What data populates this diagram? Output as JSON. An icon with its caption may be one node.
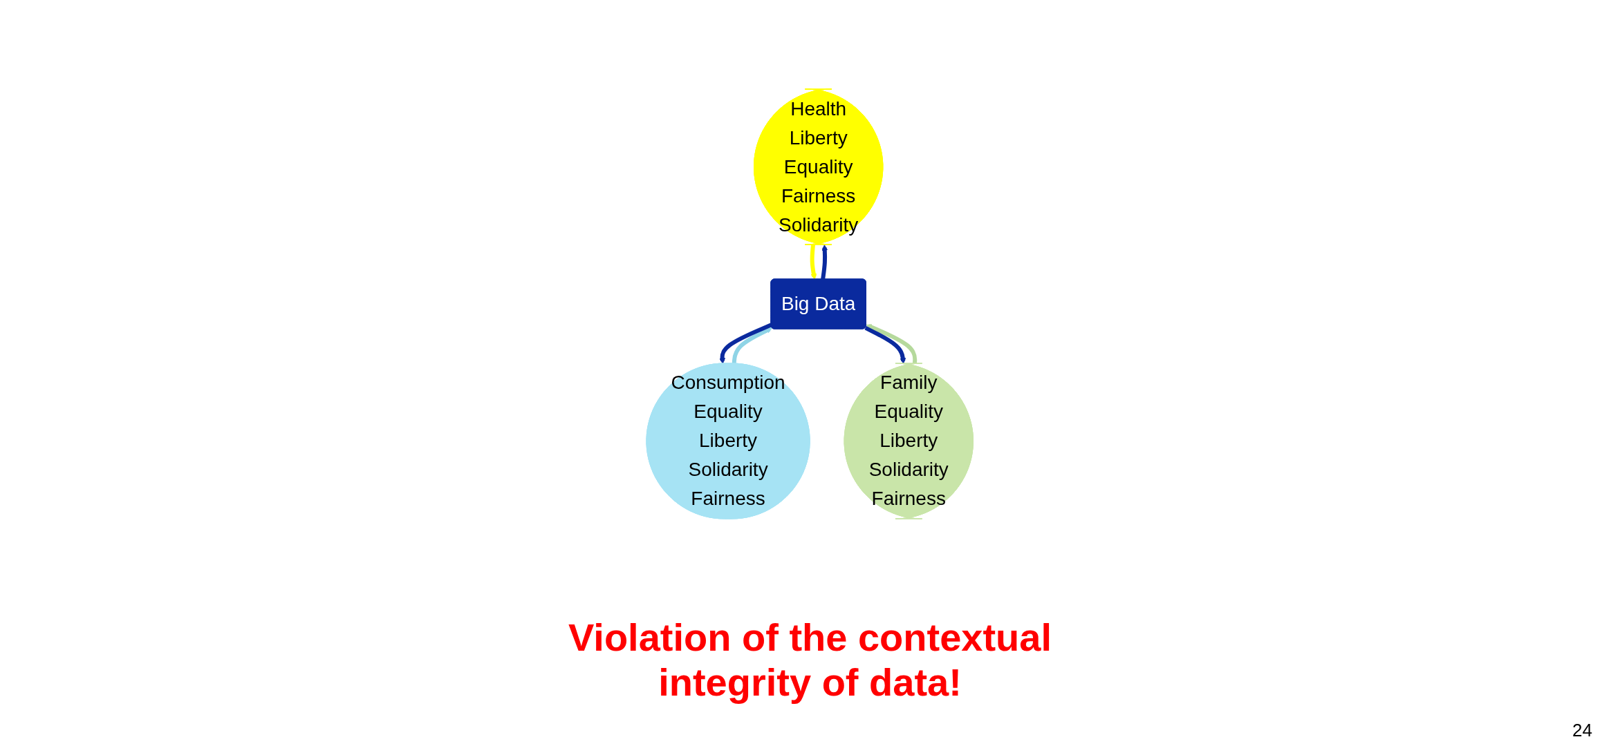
{
  "diagram": {
    "nodes": [
      {
        "text": [
          "Health",
          "Liberty",
          "Equality",
          "Fairness",
          "Solidarity"
        ]
      },
      {
        "text": [
          "Big Data"
        ]
      },
      {
        "text": [
          "Consumption",
          "Equality",
          "Liberty",
          "Solidarity",
          "Fairness"
        ]
      },
      {
        "text": [
          "Family",
          "Equality",
          "Liberty",
          "Solidarity",
          "Fairness"
        ]
      }
    ],
    "edges": [
      {
        "from": 0,
        "to": 1,
        "arrow": "to",
        "color": "#ffff00"
      },
      {
        "from": 1,
        "to": 0,
        "arrow": "to",
        "color": "#0a2a9e"
      },
      {
        "from": 2,
        "to": 1,
        "arrow": "to",
        "color": "#8fd4e6"
      },
      {
        "from": 1,
        "to": 2,
        "arrow": "to",
        "color": "#0a2a9e"
      },
      {
        "from": 3,
        "to": 1,
        "arrow": "to",
        "color": "#b5d99c"
      },
      {
        "from": 1,
        "to": 3,
        "arrow": "to",
        "color": "#0a2a9e"
      }
    ],
    "labels": [
      "Violation of the contextual integrity of data!",
      "24"
    ]
  }
}
